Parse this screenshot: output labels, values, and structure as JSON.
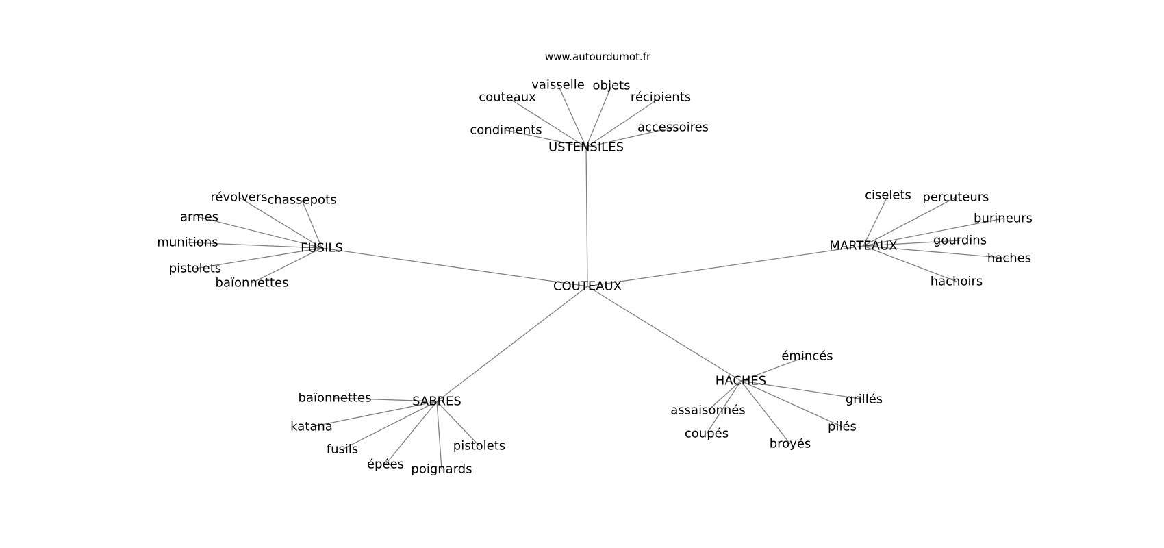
{
  "site": "www.autourdumot.fr",
  "root": "COUTEAUX",
  "clusters": [
    {
      "id": "ustensiles",
      "label": "USTENSILES",
      "leaves": [
        "condiments",
        "couteaux",
        "vaisselle",
        "objets",
        "récipients",
        "accessoires"
      ]
    },
    {
      "id": "fusils",
      "label": "FUSILS",
      "leaves": [
        "révolvers",
        "chassepots",
        "armes",
        "munitions",
        "pistolets",
        "baïonnettes"
      ]
    },
    {
      "id": "marteaux",
      "label": "MARTEAUX",
      "leaves": [
        "ciselets",
        "percuteurs",
        "burineurs",
        "gourdins",
        "haches",
        "hachoirs"
      ]
    },
    {
      "id": "sabres",
      "label": "SABRES",
      "leaves": [
        "baïonnettes",
        "katana",
        "fusils",
        "épées",
        "poignards",
        "pistolets"
      ]
    },
    {
      "id": "haches",
      "label": "HACHES",
      "leaves": [
        "émincés",
        "assaisonnés",
        "coupés",
        "broyés",
        "pilés",
        "grillés"
      ]
    }
  ]
}
